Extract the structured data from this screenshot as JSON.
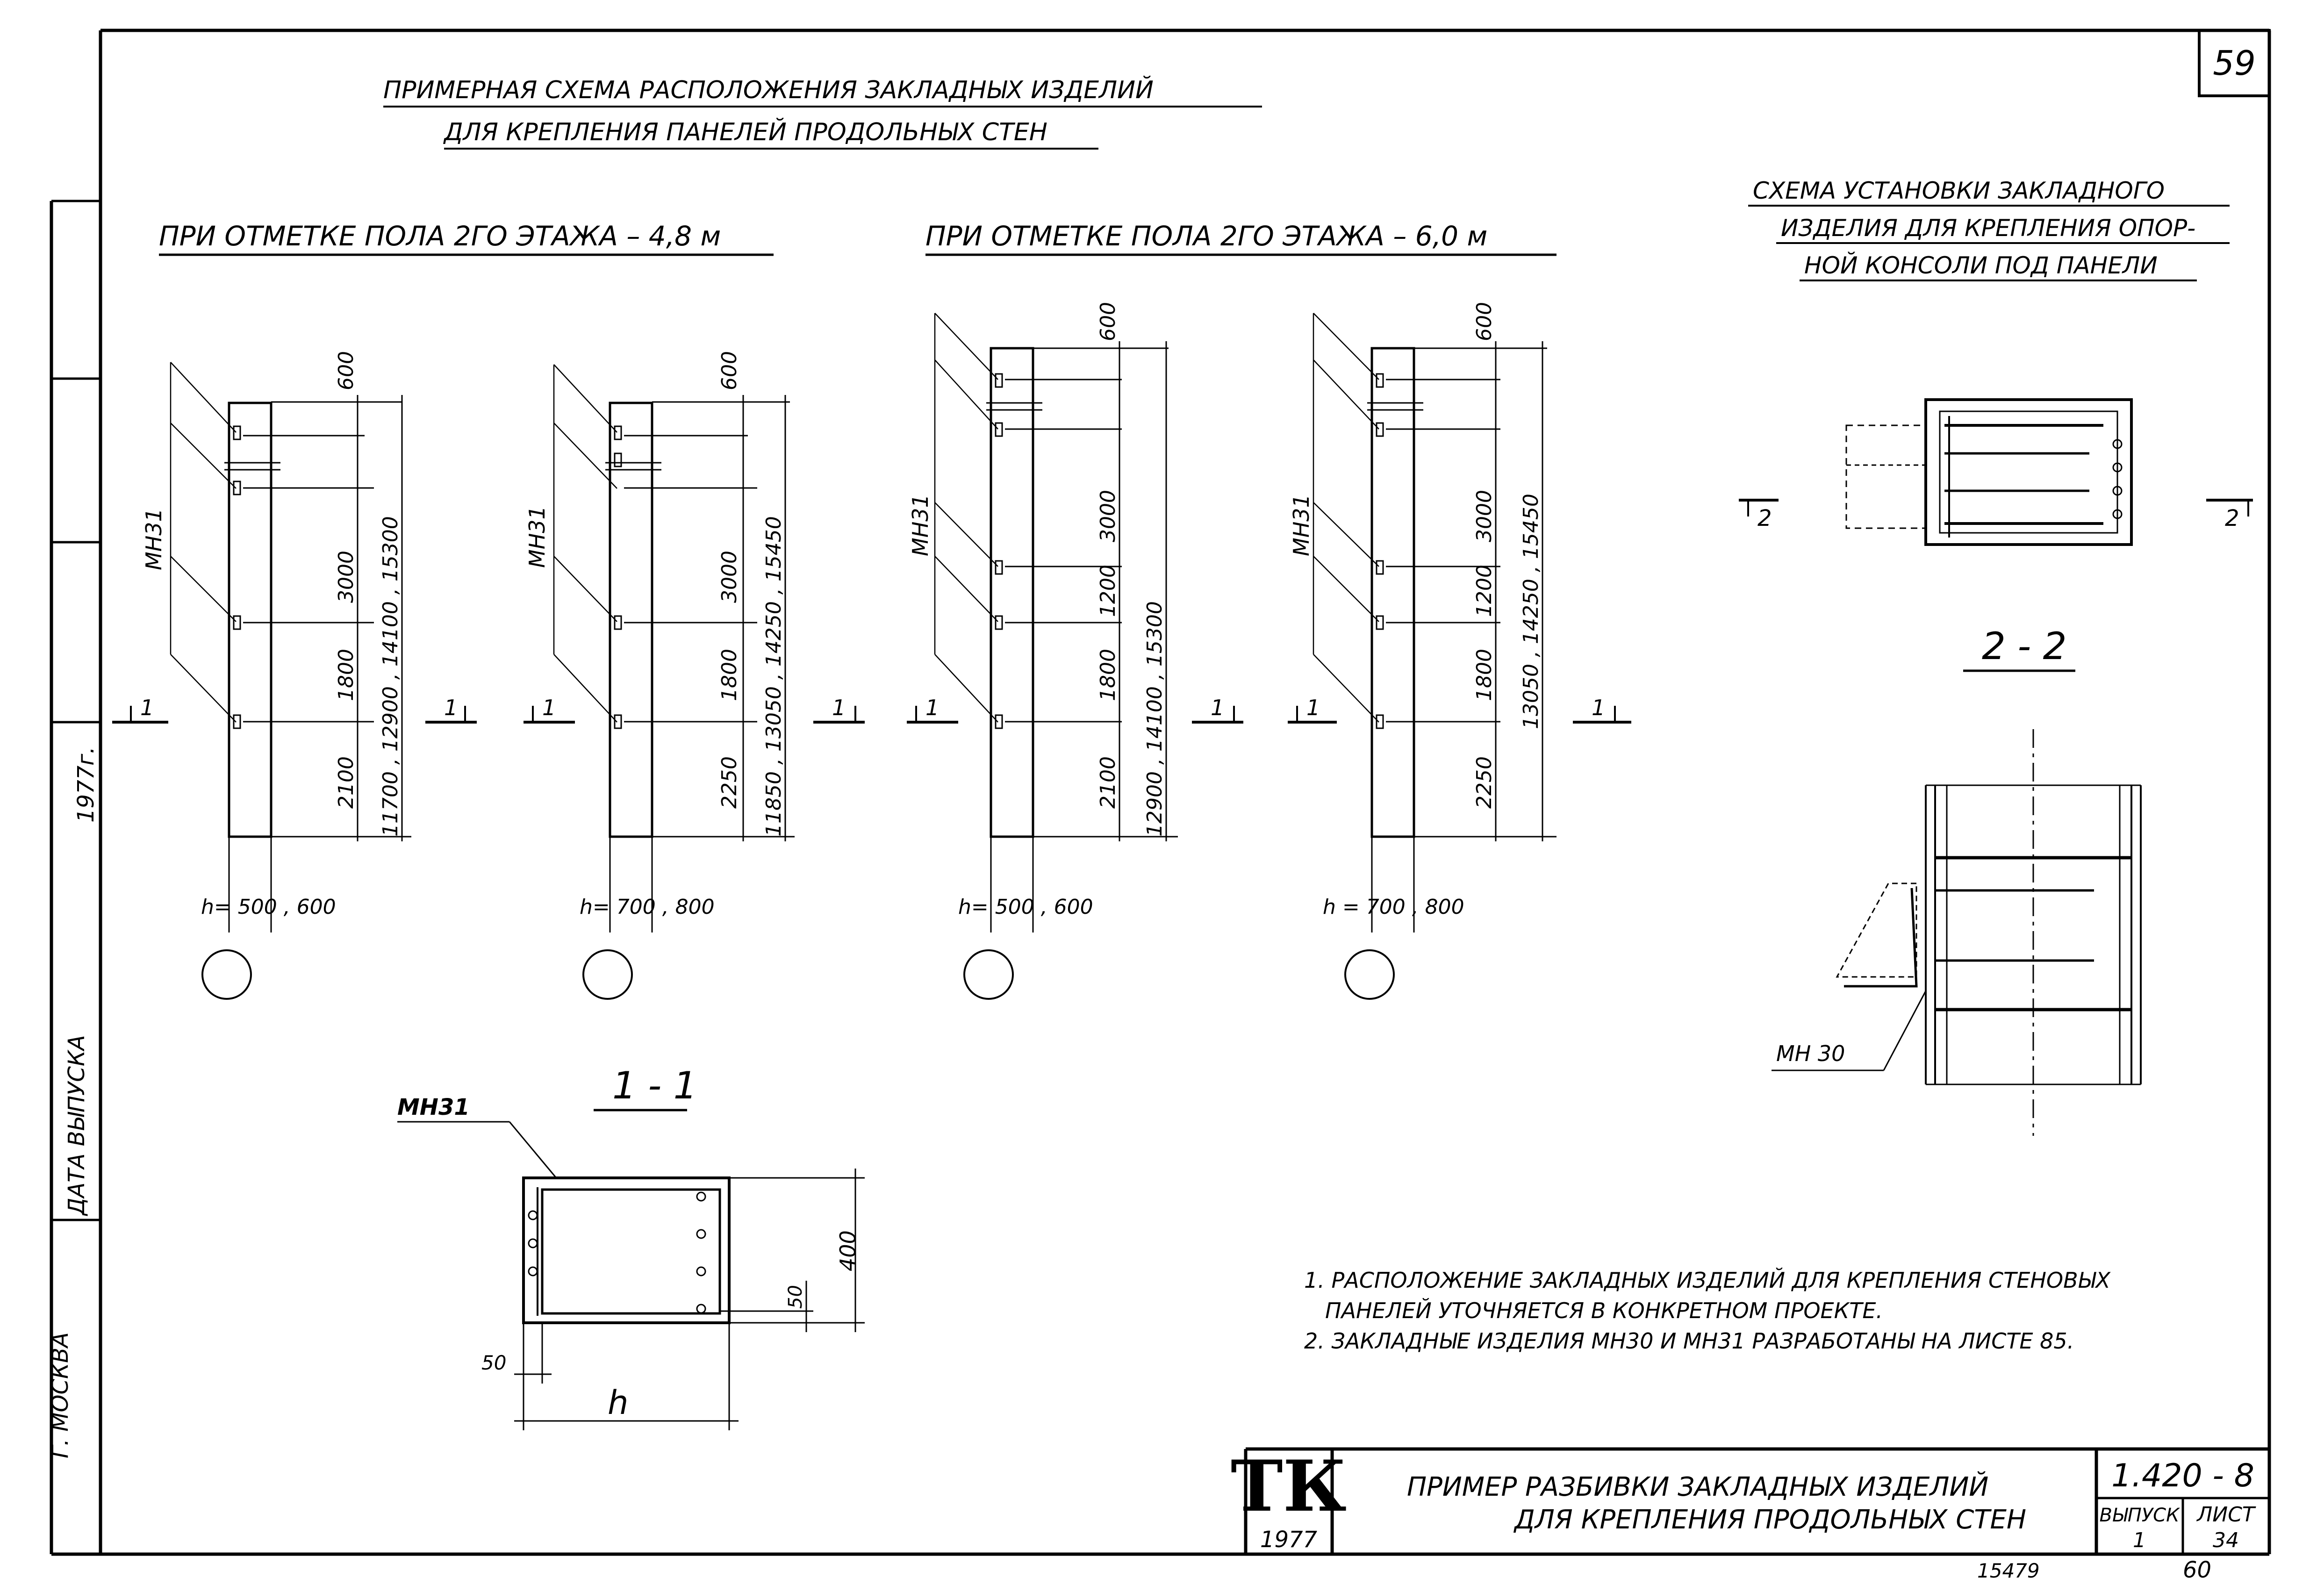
{
  "sheet_number": "59",
  "main_title": {
    "line1": "ПРИМЕРНАЯ   СХЕМА  РАСПОЛОЖЕНИЯ  ЗАКЛАДНЫХ  ИЗДЕЛИЙ",
    "line2": "ДЛЯ  КРЕПЛЕНИЯ  ПАНЕЛЕЙ  ПРОДОЛЬНЫХ  СТЕН"
  },
  "left_group_title": "ПРИ  ОТМЕТКЕ  ПОЛА  2ГО  ЭТАЖА – 4,8 м",
  "right_group_title": "ПРИ  ОТМЕТКЕ  ПОЛА  2ГО  ЭТАЖА – 6,0 м",
  "scheme_title": {
    "line1": "СХЕМА  УСТАНОВКИ  ЗАКЛАДНОГО",
    "line2": "ИЗДЕЛИЯ  ДЛЯ  КРЕПЛЕНИЯ  ОПОР-",
    "line3": "НОЙ  КОНСОЛИ  ПОД  ПАНЕЛИ"
  },
  "columns": [
    {
      "label": "МН31",
      "dims_stack": [
        "600",
        "3000",
        "1800",
        "2100"
      ],
      "total": "11700 , 12900 , 14100 , 15300",
      "section_left": "1",
      "section_right": "1",
      "h_label": "h= 500 , 600"
    },
    {
      "label": "МН31",
      "dims_stack": [
        "600",
        "3000",
        "1800",
        "2250"
      ],
      "total": "11850 , 13050 , 14250 , 15450",
      "section_left": "1",
      "section_right": "1",
      "h_label": "h= 700 , 800"
    },
    {
      "label": "МН31",
      "dims_stack": [
        "600",
        "3000",
        "1200",
        "1800",
        "2100"
      ],
      "total": "12900 , 14100 , 15300",
      "section_left": "1",
      "section_right": "1",
      "h_label": "h= 500 , 600"
    },
    {
      "label": "МН31",
      "dims_stack": [
        "600",
        "3000",
        "1200",
        "1800",
        "2250"
      ],
      "total": "13050 , 14250 , 15450",
      "section_left": "1",
      "section_right": "1",
      "h_label": "h = 700 , 800"
    }
  ],
  "section_1_1": {
    "title": "1 - 1",
    "label": "МН31",
    "dim_height": "400",
    "dim_edge": "50",
    "dim_left": "50",
    "dim_width": "h"
  },
  "section_2_2": {
    "title": "2 - 2",
    "cut_left": "2",
    "cut_right": "2",
    "label": "МН 30"
  },
  "notes": {
    "n1a": "1. РАСПОЛОЖЕНИЕ  ЗАКЛАДНЫХ   ИЗДЕЛИЙ  ДЛЯ  КРЕПЛЕНИЯ  СТЕНОВЫХ",
    "n1b": "ПАНЕЛЕЙ  УТОЧНЯЕТСЯ  В  КОНКРЕТНОМ  ПРОЕКТЕ.",
    "n2": "2. ЗАКЛАДНЫЕ  ИЗДЕЛИЯ  МН30  И  МН31  РАЗРАБОТАНЫ  НА  ЛИСТЕ   85."
  },
  "side_stamp": {
    "date_label": "ДАТА  ВЫПУСКА",
    "year": "1977г.",
    "city": "Г. МОСКВА"
  },
  "title_block": {
    "logo": "ТК",
    "logo_year": "1977",
    "name_line1": "ПРИМЕР  РАЗБИВКИ  ЗАКЛАДНЫХ  ИЗДЕЛИЙ",
    "name_line2": "ДЛЯ  КРЕПЛЕНИЯ  ПРОДОЛЬНЫХ  СТЕН",
    "series": "1.420 - 8",
    "issue_label": "ВЫПУСК",
    "issue_value": "1",
    "sheet_label": "ЛИСТ",
    "sheet_value": "34"
  },
  "footer_left": "15479",
  "footer_right": "60"
}
